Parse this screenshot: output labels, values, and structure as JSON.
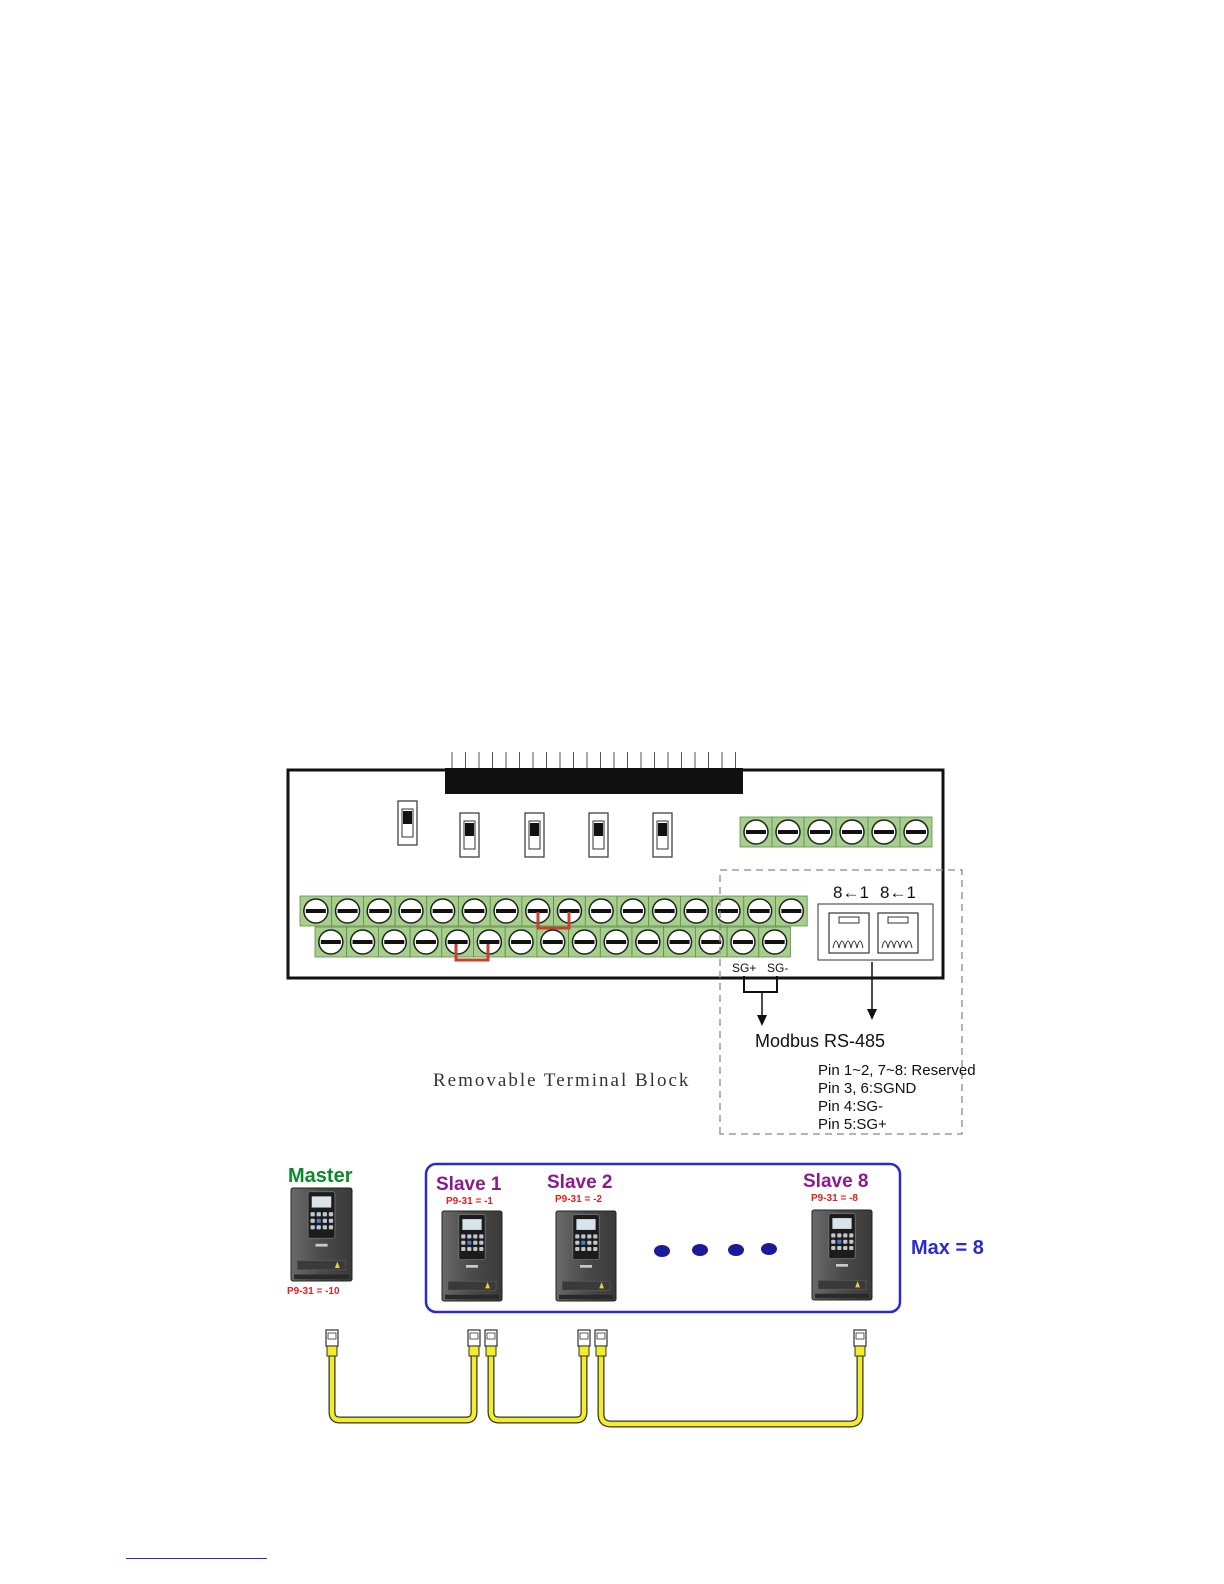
{
  "terminal_block": {
    "label": "Removable Terminal Block",
    "top_terminal_count": 6,
    "row1_terminal_count": 16,
    "row2_terminal_count": 15,
    "dip_switch_count": 5
  },
  "rj45": {
    "port1_label": "8←1",
    "port2_label": "8←1"
  },
  "signals": {
    "sg_plus": "SG+",
    "sg_minus": "SG-"
  },
  "modbus": {
    "title": "Modbus RS-485",
    "pins": [
      "Pin 1~2, 7~8: Reserved",
      "Pin 3, 6:SGND",
      "Pin 4:SG-",
      "Pin 5:SG+"
    ]
  },
  "network": {
    "master": {
      "label": "Master",
      "param": "P9-31 = -10"
    },
    "slaves": [
      {
        "label": "Slave 1",
        "param": "P9-31 = -1"
      },
      {
        "label": "Slave 2",
        "param": "P9-31 = -2"
      },
      {
        "label": "Slave 8",
        "param": "P9-31 = -8"
      }
    ],
    "max_label": "Max = 8",
    "ellipsis_count": 4
  },
  "colors": {
    "terminal_green": "#a6cf8c",
    "jumper_red": "#c8412b",
    "master_green": "#0a8a2a",
    "slave_purple": "#8a1a8f",
    "param_red": "#e0201e",
    "group_blue": "#2a2ad0",
    "cable_yellow": "#f2ec2a",
    "drive_body": "#4a4a4a"
  }
}
